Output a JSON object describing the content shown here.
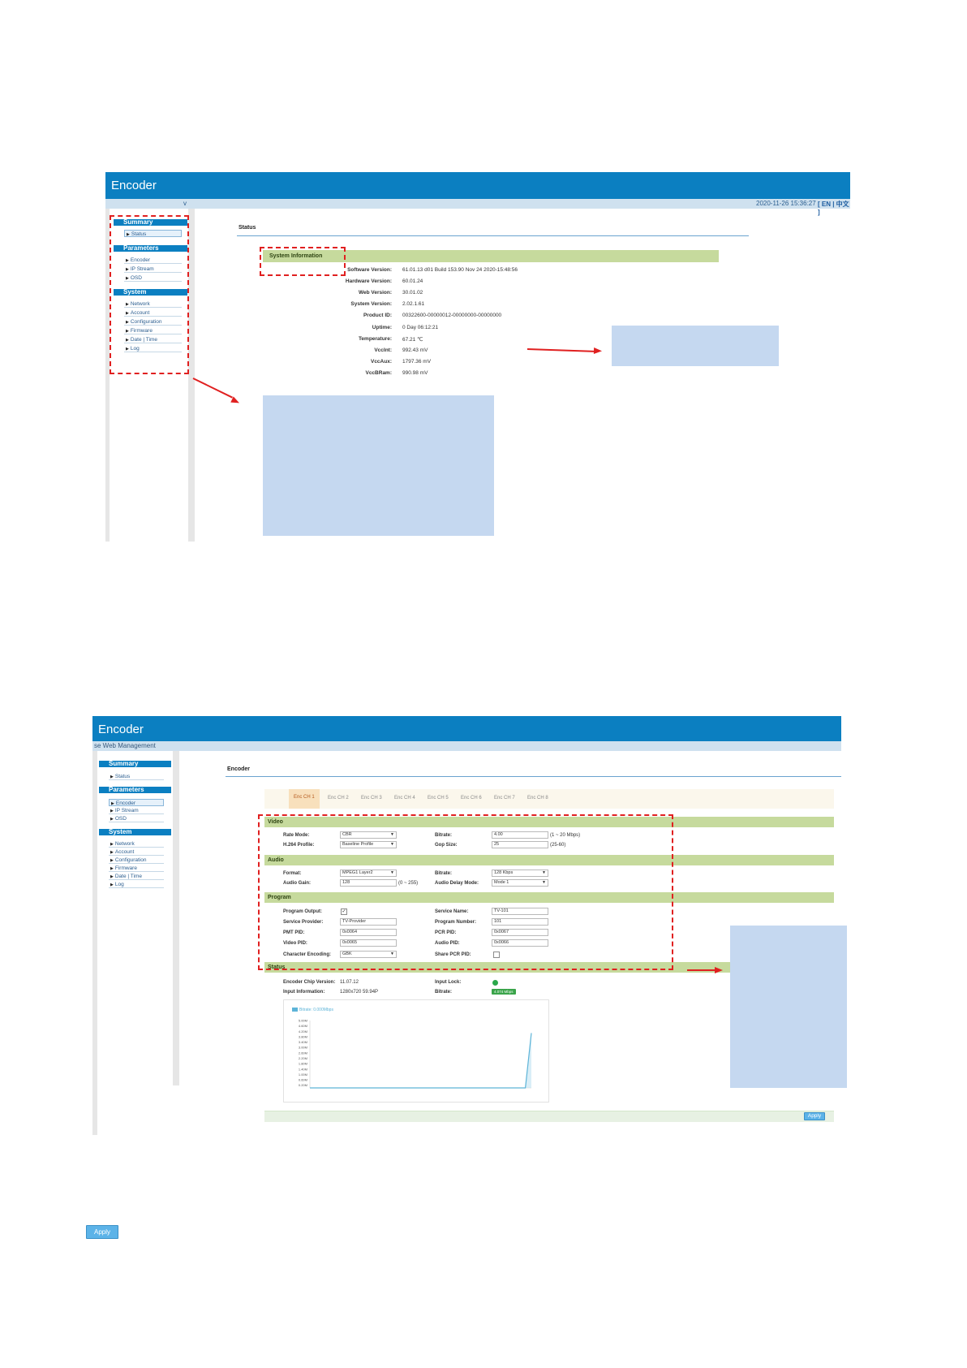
{
  "app": {
    "title": "Encoder",
    "datetime": "2020-11-26 15:36:27",
    "lang_switch": "[ EN | 中文 ]",
    "sub_left_mark": "v",
    "sub_title_2": "se Web Management"
  },
  "sidebar": {
    "summary": "Summary",
    "parameters": "Parameters",
    "system": "System",
    "status": "Status",
    "encoder": "Encoder",
    "ip_stream": "IP Stream",
    "osd": "OSD",
    "network": "Network",
    "account": "Account",
    "configuration": "Configuration",
    "firmware": "Firmware",
    "date_time": "Date | Time",
    "log": "Log"
  },
  "status_page": {
    "heading": "Status",
    "section": "System Information",
    "rows": [
      {
        "label": "Software Version:",
        "value": "61.01.13 d01 Build 153.90 Nov 24 2020-15:48:56"
      },
      {
        "label": "Hardware Version:",
        "value": "60.01.24"
      },
      {
        "label": "Web Version:",
        "value": "30.01.02"
      },
      {
        "label": "System Version:",
        "value": "2.02.1.61"
      },
      {
        "label": "Product ID:",
        "value": "00322600-00000012-00000000-00000000"
      },
      {
        "label": "Uptime:",
        "value": "0 Day 06:12:21"
      },
      {
        "label": "Temperature:",
        "value": "67.21 ℃"
      },
      {
        "label": "VccInt:",
        "value": "992.43 mV"
      },
      {
        "label": "VccAux:",
        "value": "1797.36 mV"
      },
      {
        "label": "VccBRam:",
        "value": "990.98 mV"
      }
    ]
  },
  "encoder_page": {
    "heading": "Encoder",
    "tabs": [
      "Enc CH 1",
      "Enc CH 2",
      "Enc CH 3",
      "Enc CH 4",
      "Enc CH 5",
      "Enc CH 6",
      "Enc CH 7",
      "Enc CH 8"
    ],
    "video": {
      "section": "Video",
      "rate_mode_label": "Rate Mode:",
      "rate_mode_value": "CBR",
      "bitrate_label": "Bitrate:",
      "bitrate_value": "4.00",
      "bitrate_range": "(1 ~ 20 Mbps)",
      "profile_label": "H.264 Profile:",
      "profile_value": "Baseline Profile",
      "gop_label": "Gop Size:",
      "gop_value": "25",
      "gop_range": "(25-60)"
    },
    "audio": {
      "section": "Audio",
      "format_label": "Format:",
      "format_value": "MPEG1 Layer2",
      "bitrate_label": "Bitrate:",
      "bitrate_value": "128 Kbps",
      "gain_label": "Audio Gain:",
      "gain_value": "128",
      "gain_range": "(0 ~ 255)",
      "delay_label": "Audio Delay Mode:",
      "delay_value": "Mode 1"
    },
    "program": {
      "section": "Program",
      "output_label": "Program Output:",
      "output_checked": "✓",
      "service_name_label": "Service Name:",
      "service_name_value": "TV-101",
      "provider_label": "Service Provider:",
      "provider_value": "TV-Provider",
      "program_number_label": "Program Number:",
      "program_number_value": "101",
      "pmt_label": "PMT PID:",
      "pmt_value": "0x0064",
      "pcr_label": "PCR PID:",
      "pcr_value": "0x0067",
      "video_pid_label": "Video PID:",
      "video_pid_value": "0x0065",
      "audio_pid_label": "Audio PID:",
      "audio_pid_value": "0x0066",
      "char_enc_label": "Character Encoding:",
      "char_enc_value": "GBK",
      "share_pcr_label": "Share PCR PID:"
    },
    "status": {
      "section": "Status",
      "chip_label": "Encoder Chip Version:",
      "chip_value": "11.07.12",
      "input_lock_label": "Input Lock:",
      "input_info_label": "Input Information:",
      "input_info_value": "1280x720 59.94P",
      "bitrate_label": "Bitrate:",
      "bitrate_badge": "4.074 Mbps"
    },
    "apply": "Apply"
  },
  "standalone_apply": "Apply",
  "chart_data": {
    "type": "line",
    "legend": "Bitrate: 0.000Mbps",
    "yticks": [
      "5.00M",
      "4.60M",
      "4.20M",
      "3.80M",
      "3.40M",
      "3.00M",
      "2.60M",
      "2.20M",
      "1.80M",
      "1.40M",
      "1.00M",
      "0.60M",
      "0.20M"
    ],
    "ylim": [
      0,
      5
    ],
    "series": [
      {
        "values": [
          0,
          0,
          0,
          0,
          0,
          0,
          0,
          0,
          0,
          0,
          0,
          0,
          0,
          0,
          0,
          0,
          0,
          0,
          0,
          0,
          0,
          0,
          0,
          0,
          0,
          0,
          0,
          0,
          0,
          0,
          0,
          0,
          0,
          0,
          0,
          0,
          0,
          4.07
        ]
      }
    ],
    "color": "#5db4d8"
  }
}
